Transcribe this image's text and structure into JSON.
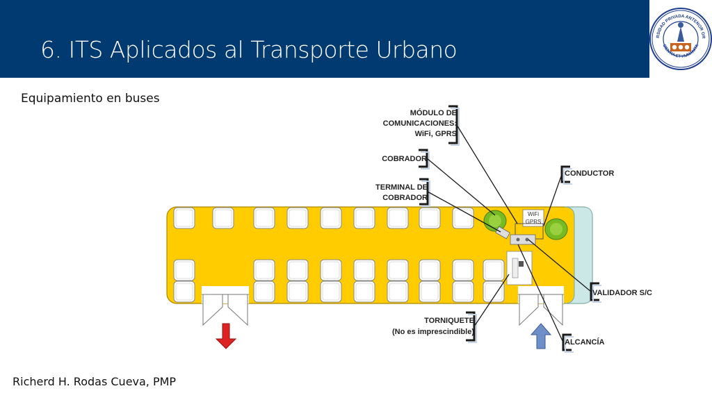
{
  "header": {
    "title": "6. ITS Aplicados al Transporte Urbano",
    "logo_text_top": "UNIVERSIDAD PRIVADA ANTENOR ORREGO",
    "logo_text_bottom": "SCIENTIA ET HUMANITAS"
  },
  "subtitle": "Equipamiento en buses",
  "author": "Richerd H. Rodas Cueva, PMP",
  "diagram": {
    "labels": {
      "modulo_1": "MÓDULO DE",
      "modulo_2": "COMUNICACIONES:",
      "modulo_3": "WiFi, GPRS",
      "cobrador": "COBRADOR",
      "terminal_1": "TERMINAL DE",
      "terminal_2": "COBRADOR",
      "conductor": "CONDUCTOR",
      "validador": "VALIDADOR S/C",
      "torniquete_1": "TORNIQUETE",
      "torniquete_2": "(No es imprescindible)",
      "alcancia": "ALCANCÍA"
    },
    "device_wifi": "WiFi",
    "device_gprs": "GPRS"
  },
  "colors": {
    "header_bg": "#003a70",
    "bus_body": "#ffcc00",
    "seat_green": "#77bb22",
    "exit_arrow": "#dd2222",
    "entry_arrow": "#6f8fc8",
    "windshield": "#cce8e6"
  },
  "icons": {
    "exit": "arrow-down-icon",
    "entry": "arrow-up-icon"
  }
}
